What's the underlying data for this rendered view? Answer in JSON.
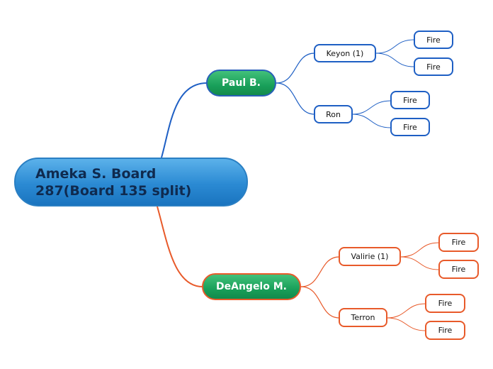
{
  "root": {
    "line1": "Ameka S. Board",
    "line2": "287(Board 135 split)"
  },
  "colors": {
    "blue_branch": "#1e5fc4",
    "orange_branch": "#e85a2a",
    "main_node": "#19a05a",
    "root_node": "#2b8ad3"
  },
  "branches": {
    "paul": {
      "label": "Paul B.",
      "keyon": {
        "label": "Keyon (1)",
        "fire1": "Fire",
        "fire2": "Fire"
      },
      "ron": {
        "label": "Ron",
        "fire1": "Fire",
        "fire2": "Fire"
      }
    },
    "deangelo": {
      "label": "DeAngelo M.",
      "valirie": {
        "label": "Valirie (1)",
        "fire1": "Fire",
        "fire2": "Fire"
      },
      "terron": {
        "label": "Terron",
        "fire1": "Fire",
        "fire2": "Fire"
      }
    }
  }
}
